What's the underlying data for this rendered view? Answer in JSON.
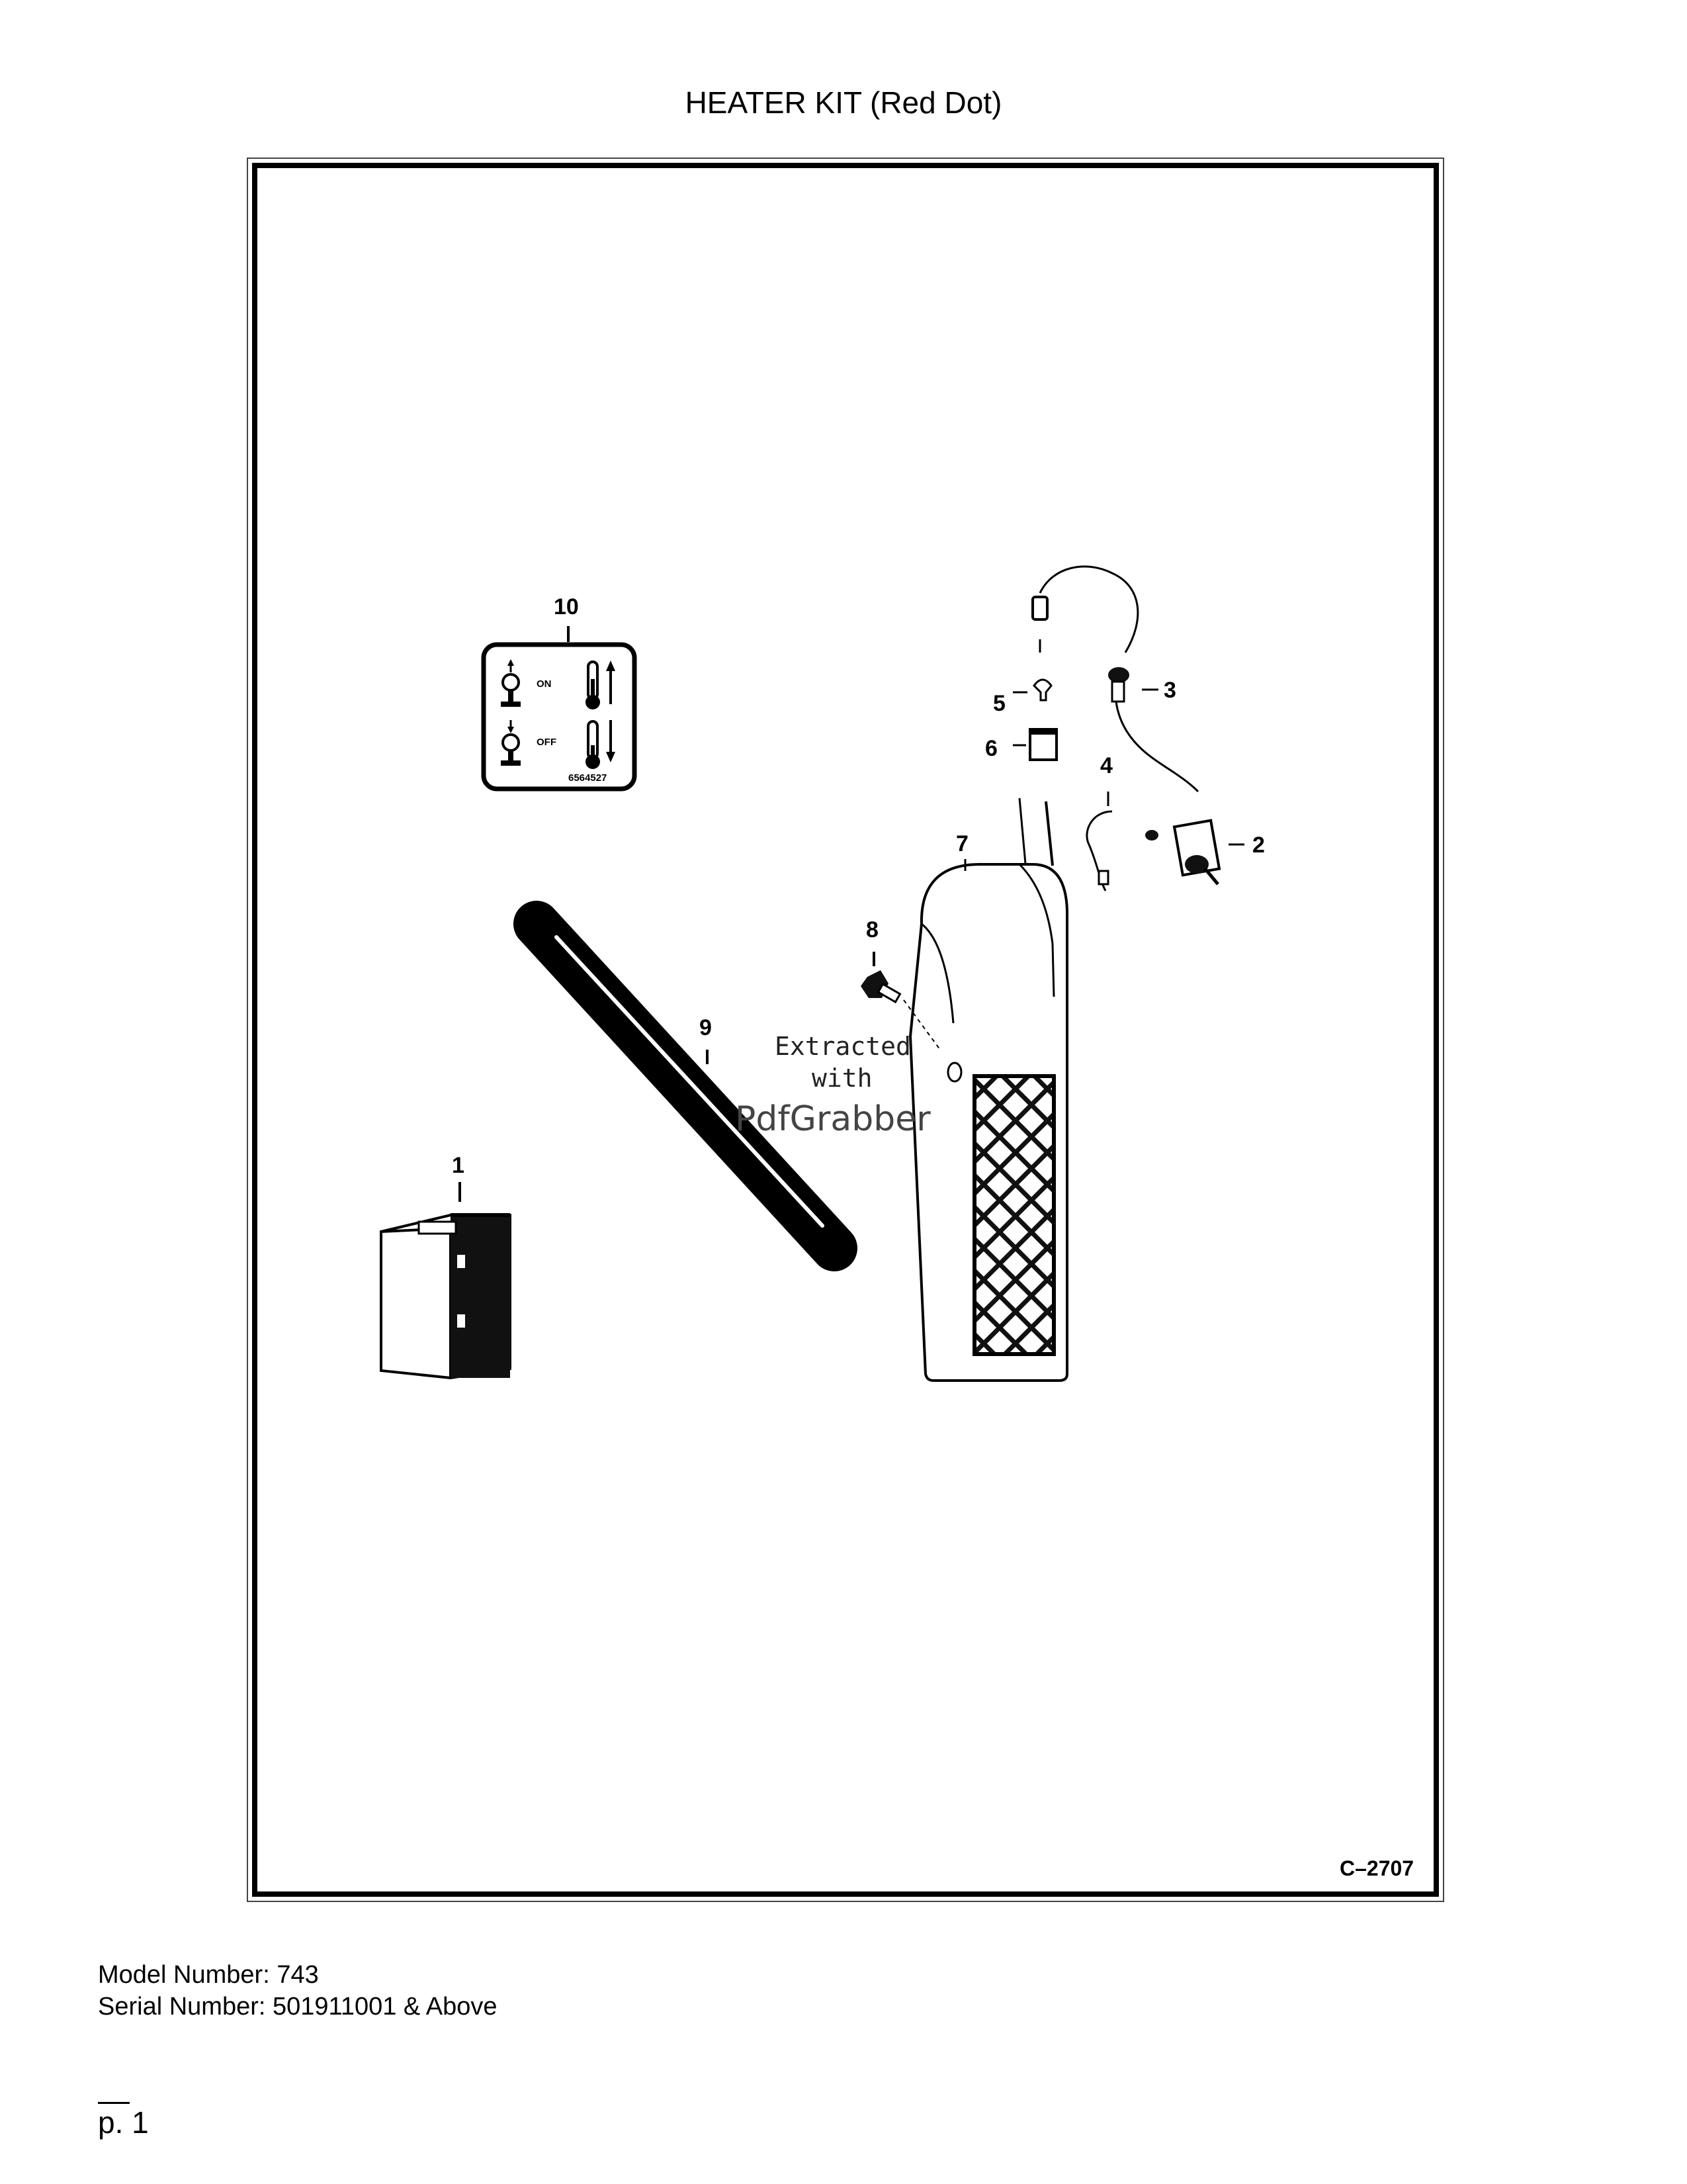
{
  "title": "HEATER KIT (Red Dot)",
  "figure": {
    "id": "C–2707",
    "callouts": [
      "1",
      "2",
      "3",
      "4",
      "5",
      "6",
      "7",
      "8",
      "9",
      "10"
    ],
    "decal": {
      "on": "ON",
      "off": "OFF",
      "part": "6564527"
    },
    "watermark": {
      "line1": "Extracted",
      "line2": "with",
      "line3": "PdfGrabber"
    }
  },
  "footer": {
    "model": "Model Number: 743",
    "serial": "Serial Number: 501911001 & Above",
    "page": "p. 1"
  }
}
